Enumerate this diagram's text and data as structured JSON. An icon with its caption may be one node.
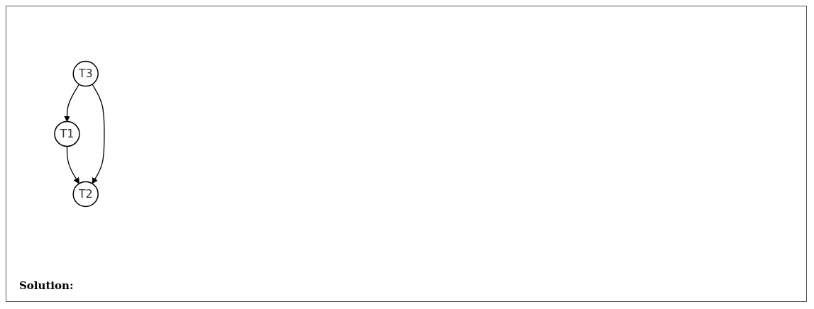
{
  "diagram": {
    "nodes": [
      {
        "text": [
          "T1"
        ]
      },
      {
        "text": [
          "T3"
        ]
      },
      {
        "text": [
          "T2"
        ]
      }
    ],
    "edges": [
      {
        "from": 1,
        "to": 0,
        "arrow": "to"
      },
      {
        "from": 0,
        "to": 2,
        "arrow": "to"
      },
      {
        "from": 1,
        "to": 2,
        "arrow": "to"
      }
    ],
    "labels": [
      "Solution:"
    ]
  }
}
